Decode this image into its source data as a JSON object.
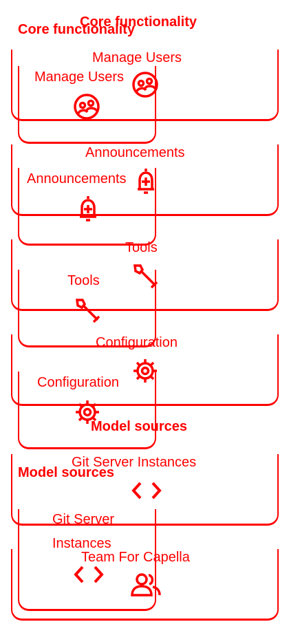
{
  "accent": "#ff0000",
  "sections": {
    "core": {
      "title": "Core functionality"
    },
    "models": {
      "title": "Model sources"
    }
  },
  "tiles": {
    "manage_users": {
      "label": "Manage Users",
      "icon": "supervisor-account-icon"
    },
    "announcements": {
      "label": "Announcements",
      "icon": "notification-add-icon"
    },
    "tools": {
      "label": "Tools",
      "icon": "build-wrench-icon"
    },
    "configuration": {
      "label": "Configuration",
      "icon": "settings-gear-icon"
    },
    "git_server": {
      "label": "Git Server Instances",
      "icon": "code-brackets-icon"
    },
    "t4c": {
      "label": "Team For Capella",
      "icon": "group-users-icon"
    }
  }
}
